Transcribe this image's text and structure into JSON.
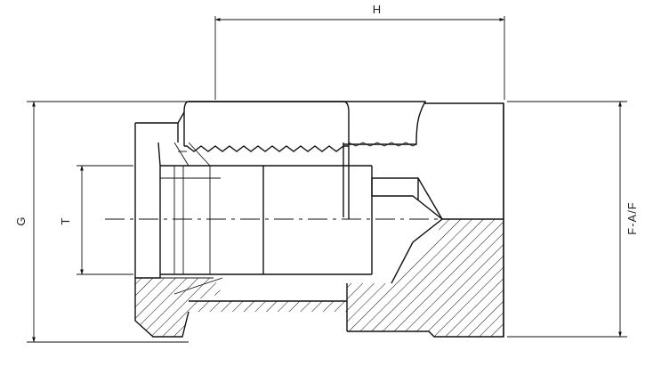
{
  "dimensions": {
    "height_label": "H",
    "thread_label": "T",
    "body_label": "G",
    "across_flats_label": "F-A/F"
  }
}
